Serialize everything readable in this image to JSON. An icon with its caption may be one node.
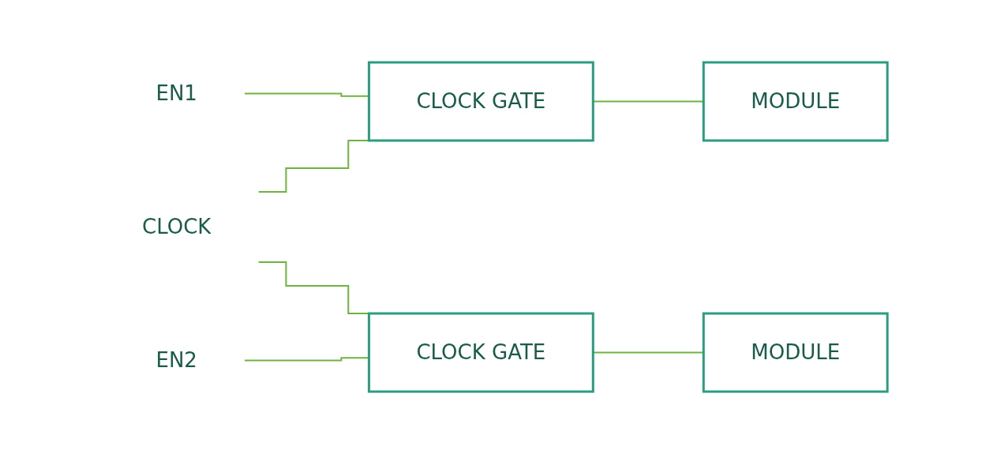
{
  "diagram": {
    "nodes": [
      {
        "text": [
          "EN1"
        ]
      },
      {
        "text": [
          "CLOCK"
        ]
      },
      {
        "text": [
          "EN2"
        ]
      },
      {
        "text": [
          "CLOCK GATE"
        ]
      },
      {
        "text": [
          "CLOCK GATE"
        ]
      },
      {
        "text": [
          "MODULE"
        ]
      },
      {
        "text": [
          "MODULE"
        ]
      }
    ],
    "edges": [
      {
        "from": 0,
        "to": 3,
        "arrow": "none"
      },
      {
        "from": 1,
        "to": 3,
        "arrow": "none"
      },
      {
        "from": 1,
        "to": 4,
        "arrow": "none"
      },
      {
        "from": 2,
        "to": 4,
        "arrow": "none"
      },
      {
        "from": 3,
        "to": 5,
        "arrow": "none"
      },
      {
        "from": 4,
        "to": 6,
        "arrow": "none"
      }
    ]
  }
}
